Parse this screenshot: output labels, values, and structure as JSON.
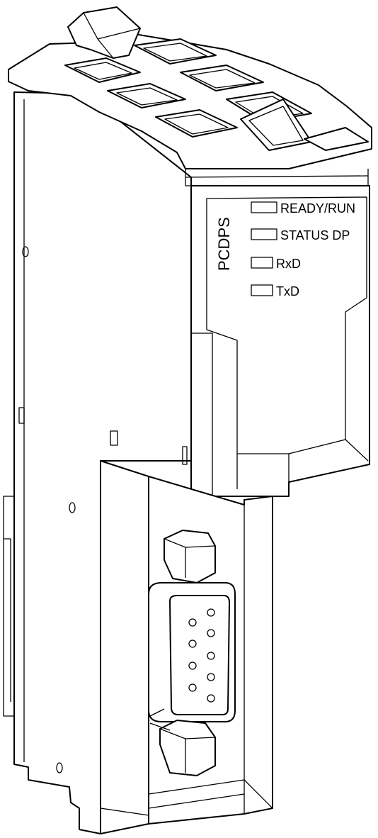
{
  "module": {
    "name": "PCDPS",
    "leds": [
      {
        "label": "READY/RUN"
      },
      {
        "label": "STATUS DP"
      },
      {
        "label": "RxD"
      },
      {
        "label": "TxD"
      }
    ]
  },
  "connector": {
    "pins_top_row": 5,
    "pins_bottom_row": 4
  }
}
